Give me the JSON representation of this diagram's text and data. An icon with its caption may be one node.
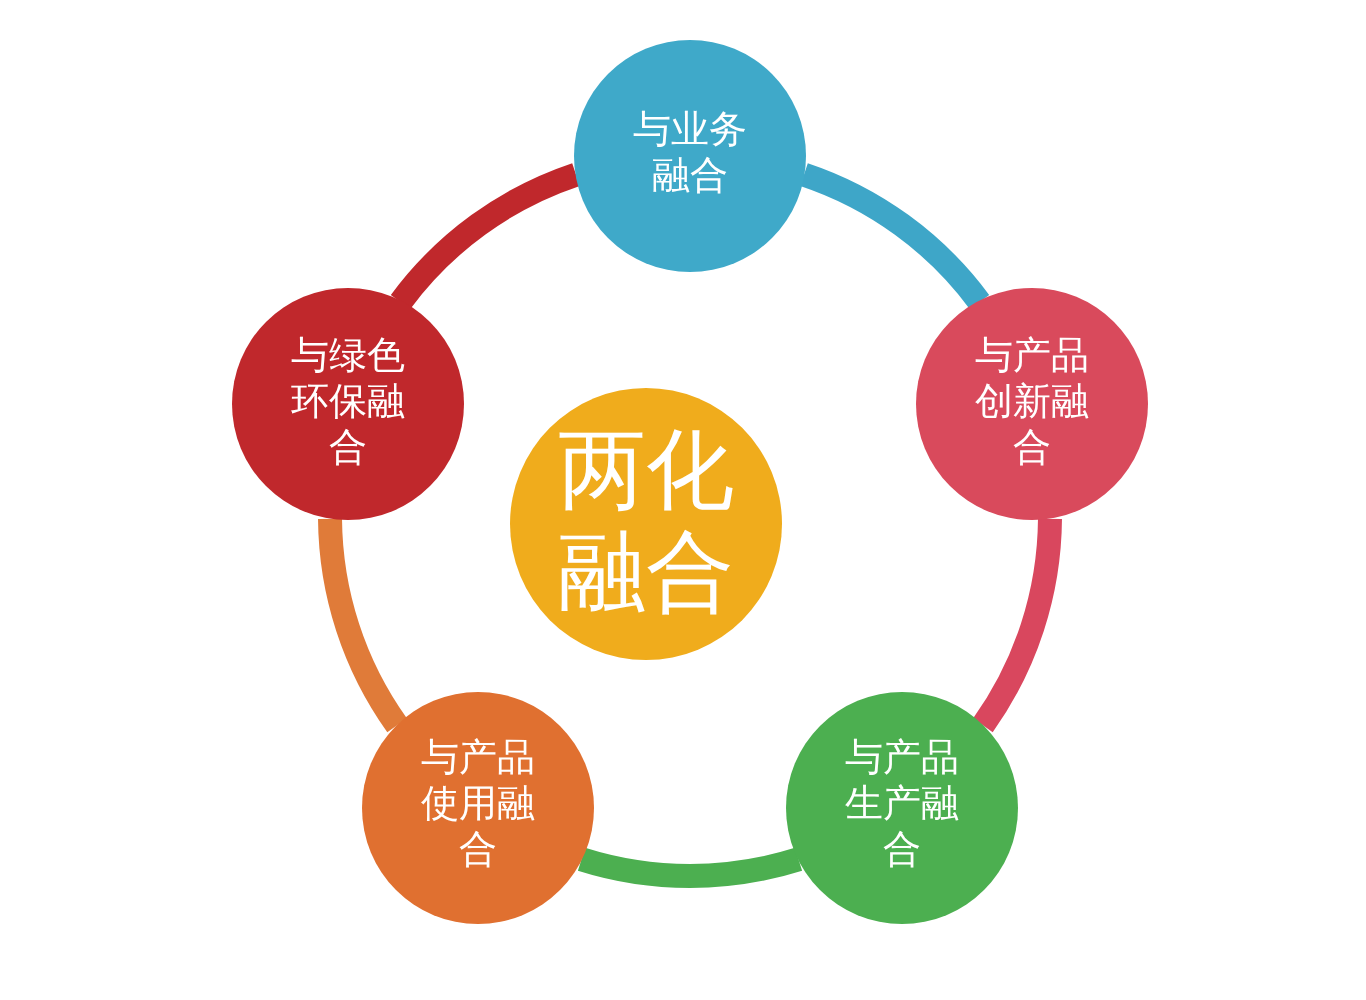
{
  "diagram": {
    "nodes": [
      {
        "text": [
          "与业务融合"
        ]
      },
      {
        "text": [
          "与产品创新融合"
        ]
      },
      {
        "text": [
          "与产品生产融合"
        ]
      },
      {
        "text": [
          "与产品使用融合"
        ]
      },
      {
        "text": [
          "与绿色环保融合"
        ]
      },
      {
        "text": [
          "两化融合"
        ]
      }
    ],
    "edges": [
      {
        "from": 0,
        "to": 1,
        "arrow": "none",
        "color": "#3ea6c8"
      },
      {
        "from": 1,
        "to": 2,
        "arrow": "none",
        "color": "#d9475e"
      },
      {
        "from": 2,
        "to": 3,
        "arrow": "none",
        "color": "#4caf50"
      },
      {
        "from": 3,
        "to": 4,
        "arrow": "none",
        "color": "#e07b39"
      },
      {
        "from": 4,
        "to": 0,
        "arrow": "none",
        "color": "#c0282c"
      }
    ]
  }
}
